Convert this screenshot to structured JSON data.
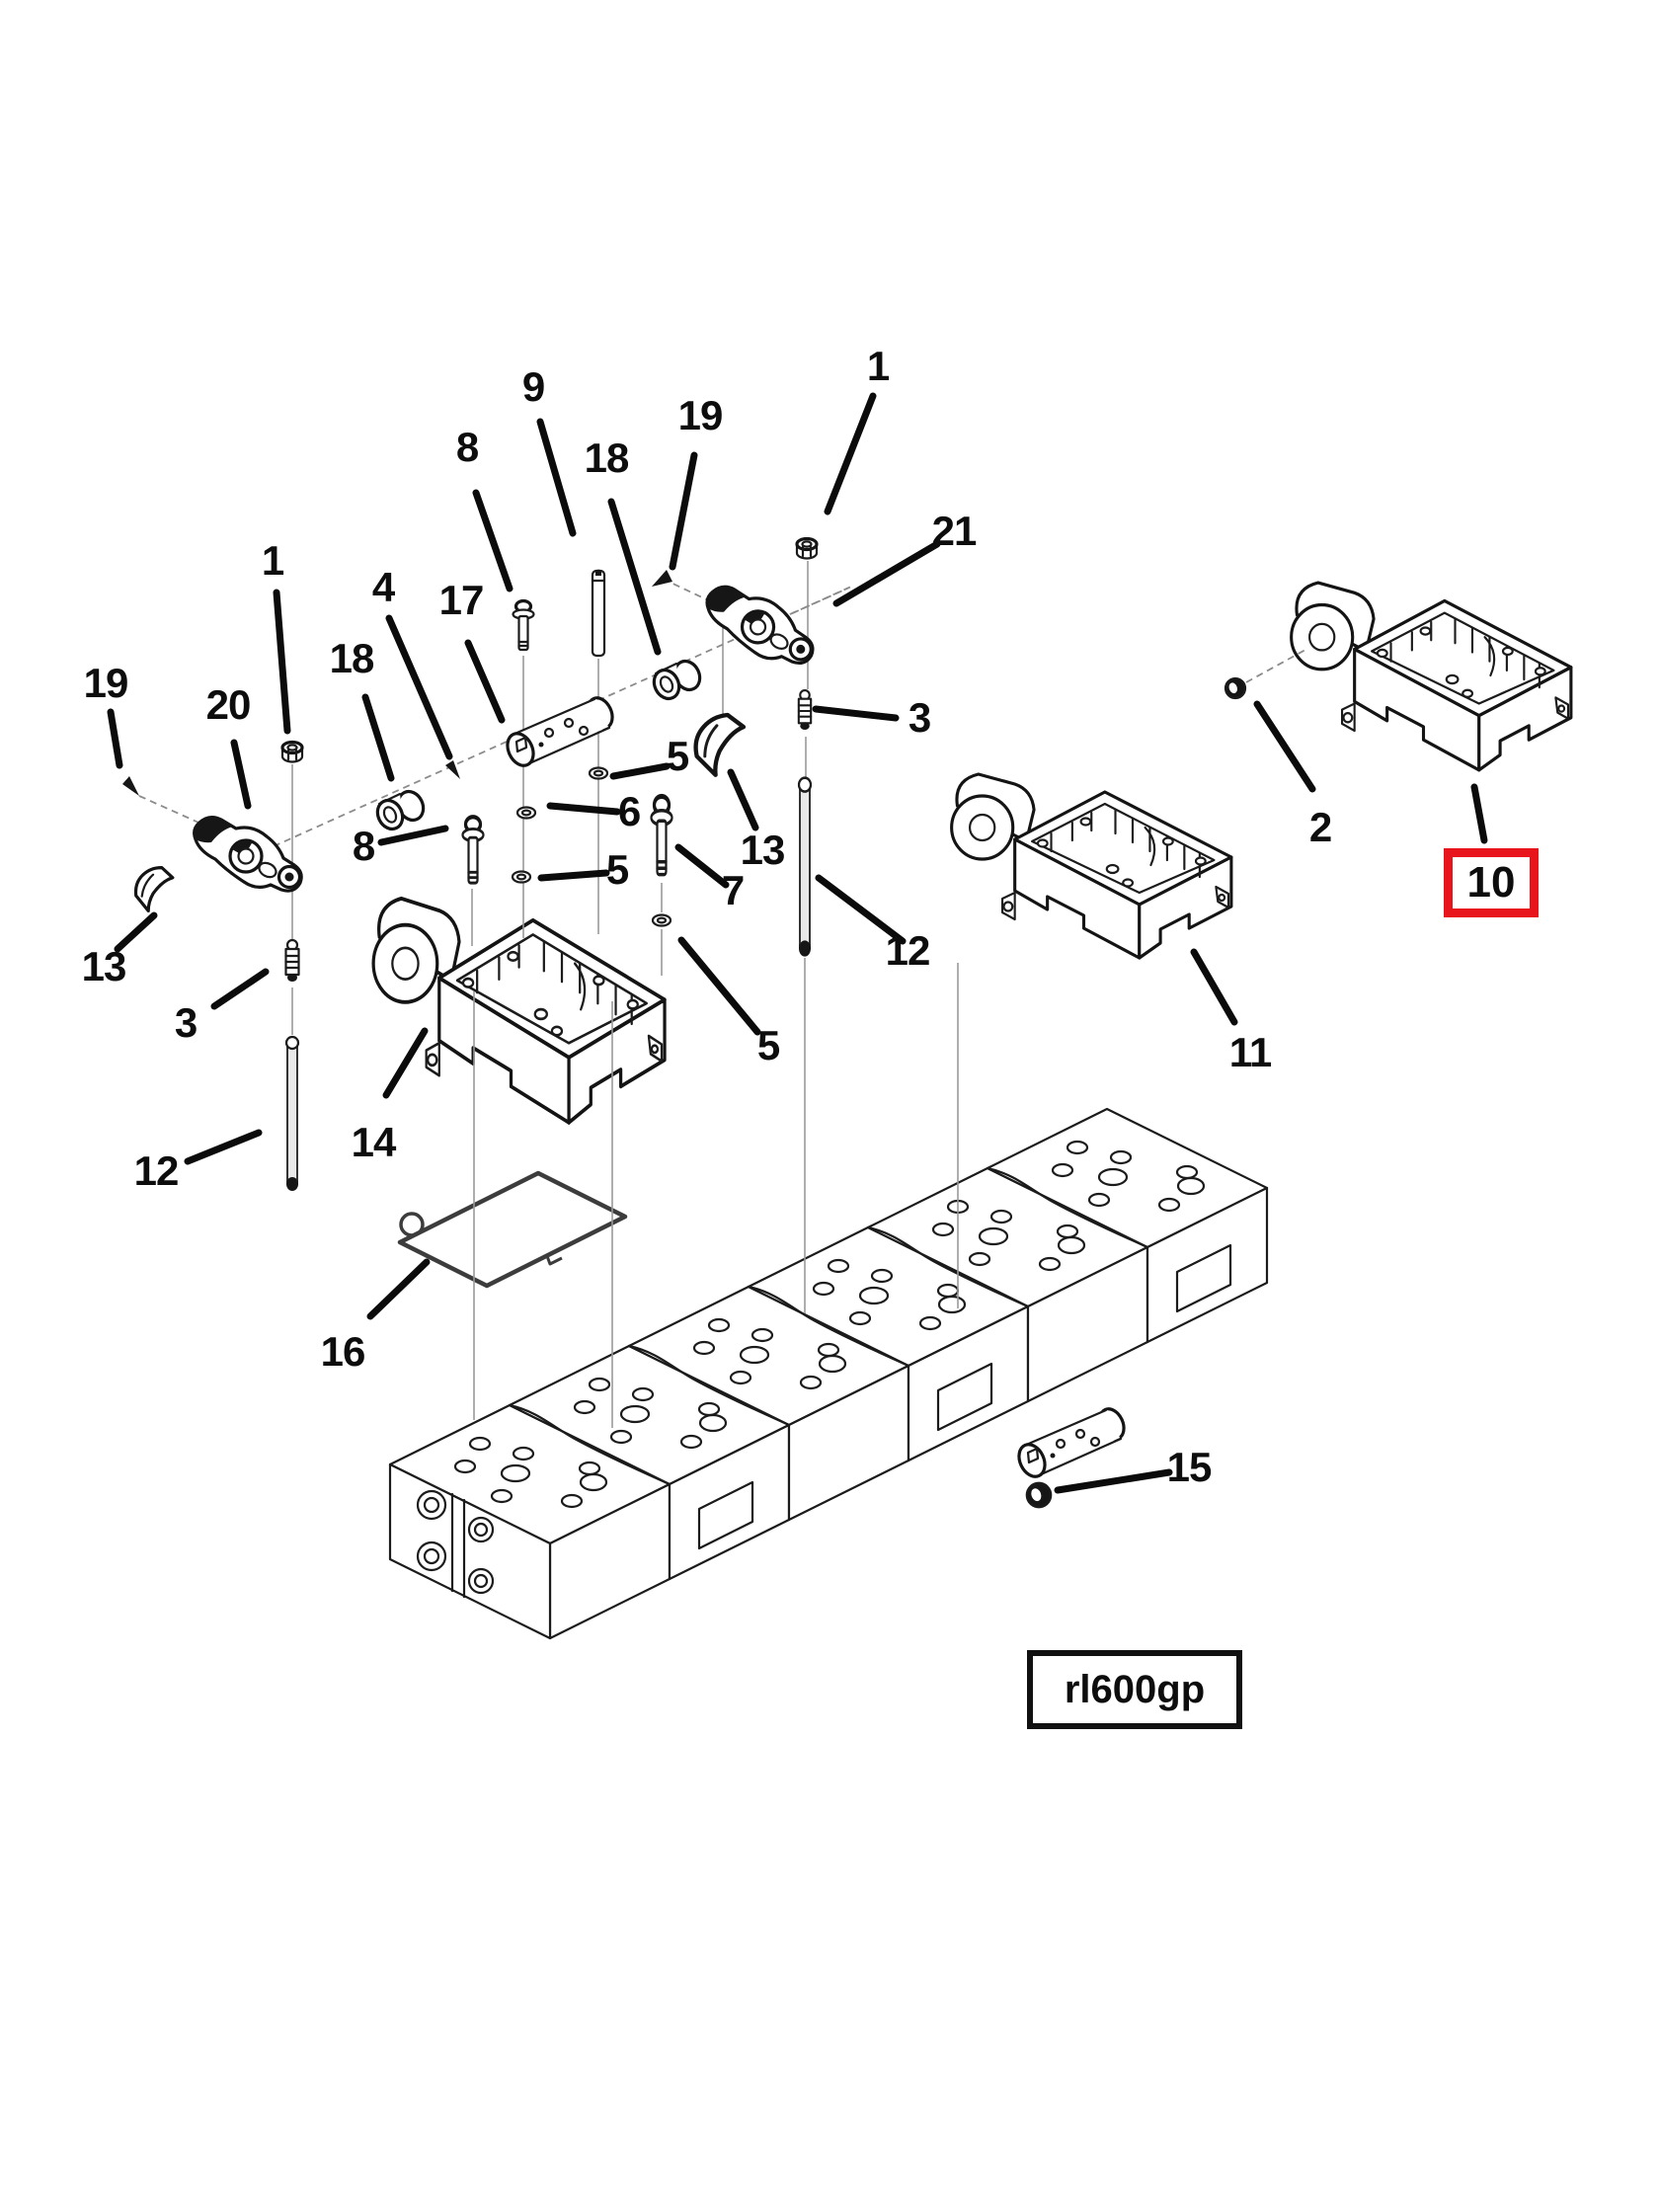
{
  "diagram": {
    "drawing_code": "rl600gp",
    "highlighted_callout": "10",
    "accent_color": "#e8151d",
    "description_names": {
      "head_blocks": "cylinder-head-block-row",
      "gasket": "cover-gasket",
      "housings": [
        "rocker-housing-14",
        "rocker-housing-11",
        "rocker-housing-10"
      ],
      "rocker_arms": [
        "rocker-arm-20",
        "rocker-arm-21"
      ]
    }
  },
  "callouts": [
    {
      "text": "9"
    },
    {
      "text": "8"
    },
    {
      "text": "18"
    },
    {
      "text": "19"
    },
    {
      "text": "1"
    },
    {
      "text": "21"
    },
    {
      "text": "1"
    },
    {
      "text": "4"
    },
    {
      "text": "17"
    },
    {
      "text": "18"
    },
    {
      "text": "20"
    },
    {
      "text": "19"
    },
    {
      "text": "3"
    },
    {
      "text": "5"
    },
    {
      "text": "6"
    },
    {
      "text": "8"
    },
    {
      "text": "13"
    },
    {
      "text": "5"
    },
    {
      "text": "7"
    },
    {
      "text": "12"
    },
    {
      "text": "2"
    },
    {
      "text": "10"
    },
    {
      "text": "11"
    },
    {
      "text": "5"
    },
    {
      "text": "13"
    },
    {
      "text": "3"
    },
    {
      "text": "14"
    },
    {
      "text": "12"
    },
    {
      "text": "16"
    },
    {
      "text": "15"
    }
  ]
}
